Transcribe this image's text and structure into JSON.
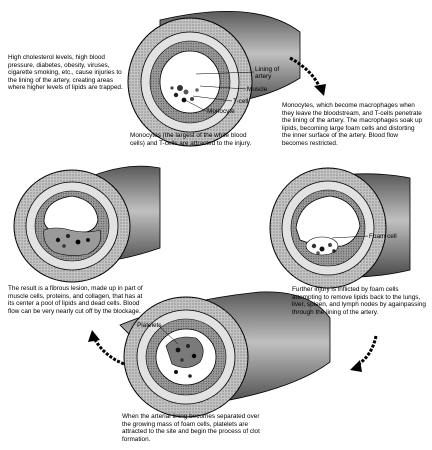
{
  "captions": {
    "step1": "High cholesterol levels, high blood pressure, diabetes, obesity, viruses, cigarette smoking, etc., cause injuries to the lining of the artery, creating areas where higher levels of lipids are trapped.",
    "step2": "Monocytes (the largest of the white blood cells) and T-cells are attracted to the injury.",
    "step3": "Monocytes, which become macrophages when they leave the bloodstream, and T-cells penetrate the lining of the artery. The macrophages soak up lipids, becoming large foam cells and distorting the inner surface of the artery. Blood flow becomes restricted.",
    "step4": "Further injury is inflicted by foam cells attempting to remove lipids back to the lungs, liver, spleen, and lymph nodes by againpassing through the lining of the artery.",
    "step5": "When the arterial lining becomes separated over the growing mass of foam cells, platelets are attracted to the site and begin the process of clot formation.",
    "step6": "The result is a fibrous lesion, made up in part of muscle cells, proteins, and collagen, that has at its center a pool of lipids and dead cells. Blood flow can be very nearly cut off by the blockage."
  },
  "labels": {
    "lining": "Lining of artery",
    "muscle": "Muscle",
    "tcell": "T-cell",
    "monocyte": "Monocyte",
    "foam_cell": "Foam cell",
    "platelets": "Platelets"
  },
  "colors": {
    "ink": "#000000",
    "wall_light": "#c8c8c8",
    "wall_dark": "#8a8a8a",
    "lining": "#e2e2e2",
    "lumen": "#ffffff"
  }
}
